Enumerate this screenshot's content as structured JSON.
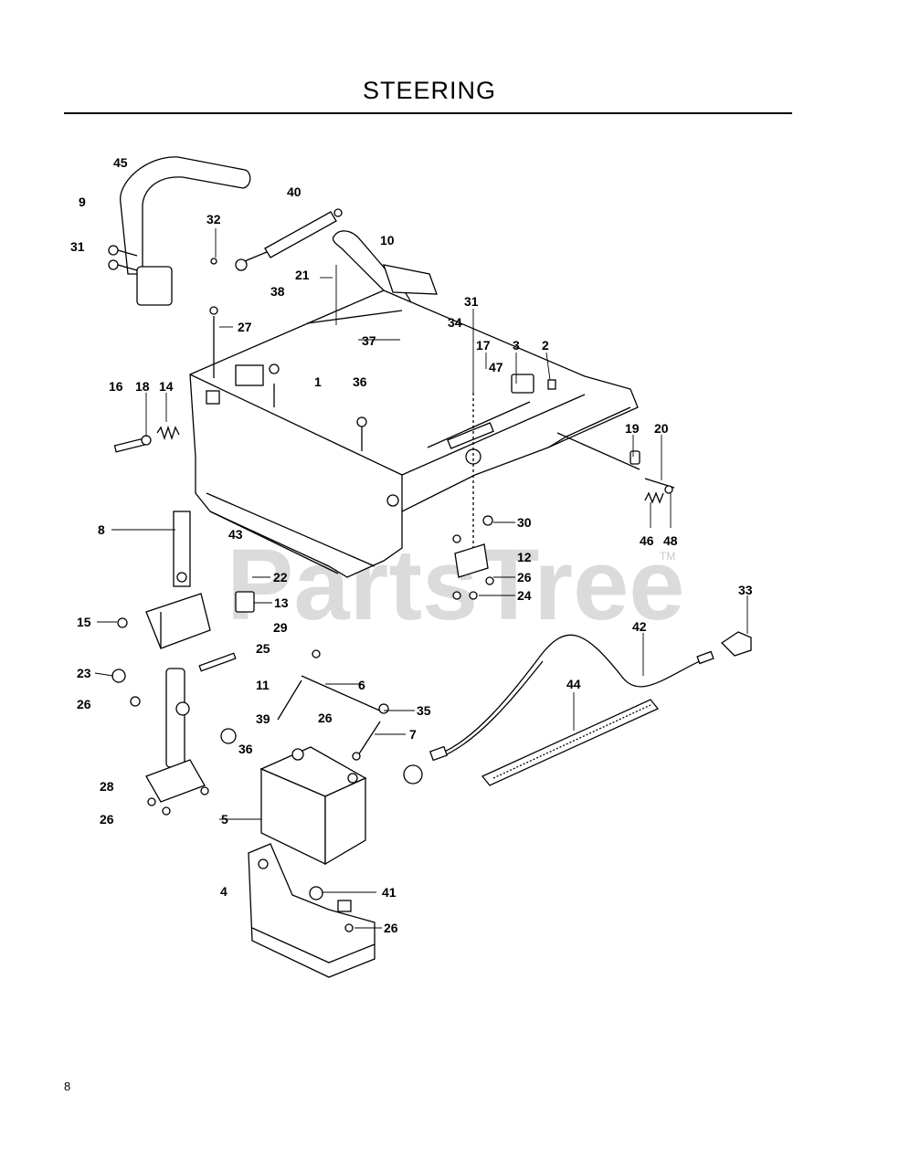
{
  "page": {
    "title": "STEERING",
    "page_number": "8"
  },
  "watermark": {
    "text": "PartsTree",
    "trademark": "TM"
  },
  "callouts": {
    "c45": "45",
    "c9": "9",
    "c31a": "31",
    "c40": "40",
    "c32": "32",
    "c10": "10",
    "c21": "21",
    "c38": "38",
    "c27": "27",
    "c37": "37",
    "c31b": "31",
    "c34": "34",
    "c17": "17",
    "c3": "3",
    "c2": "2",
    "c47": "47",
    "c1": "1",
    "c36a": "36",
    "c16": "16",
    "c18": "18",
    "c14": "14",
    "c19": "19",
    "c20": "20",
    "c46": "46",
    "c48": "48",
    "c8": "8",
    "c43": "43",
    "c30": "30",
    "c12": "12",
    "c26a": "26",
    "c24": "24",
    "c22": "22",
    "c13": "13",
    "c15": "15",
    "c29": "29",
    "c25": "25",
    "c33": "33",
    "c42": "42",
    "c23": "23",
    "c26b": "26",
    "c11": "11",
    "c6": "6",
    "c44": "44",
    "c39": "39",
    "c26c": "26",
    "c35": "35",
    "c7": "7",
    "c36b": "36",
    "c28": "28",
    "c26d": "26",
    "c5": "5",
    "c4": "4",
    "c41": "41",
    "c26e": "26"
  }
}
